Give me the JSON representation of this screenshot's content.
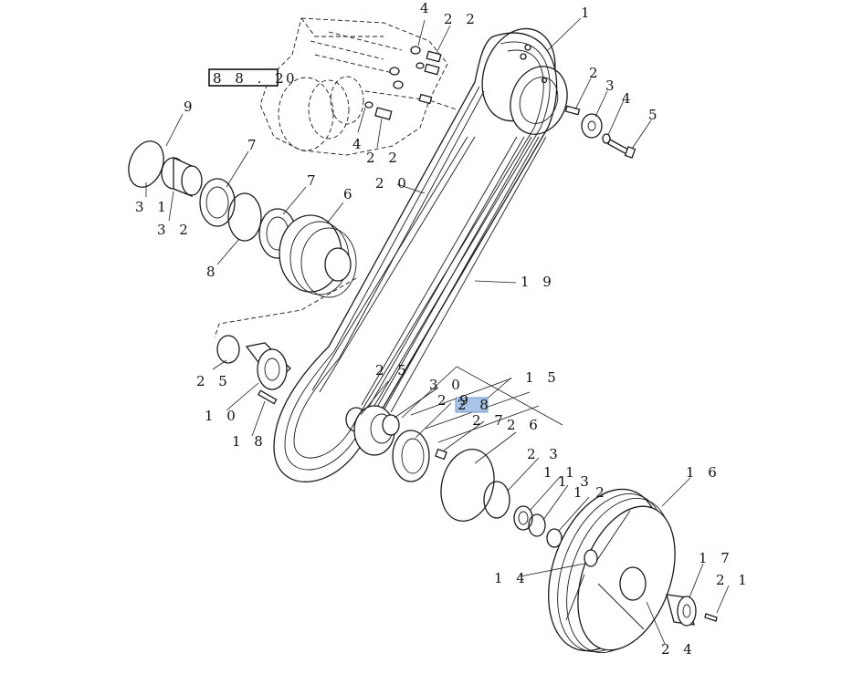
{
  "diagram": {
    "reference_label": "8 8 . 2",
    "reference_suffix": "0",
    "highlight_color": "#aac4e8",
    "callouts": [
      {
        "id": "c1",
        "text": "1"
      },
      {
        "id": "c2",
        "text": "2"
      },
      {
        "id": "c3",
        "text": "3"
      },
      {
        "id": "c4a",
        "text": "4"
      },
      {
        "id": "c4b",
        "text": "4"
      },
      {
        "id": "c4c",
        "text": "4"
      },
      {
        "id": "c5",
        "text": "5"
      },
      {
        "id": "c6",
        "text": "6"
      },
      {
        "id": "c7a",
        "text": "7"
      },
      {
        "id": "c7b",
        "text": "7"
      },
      {
        "id": "c8",
        "text": "8"
      },
      {
        "id": "c9",
        "text": "9"
      },
      {
        "id": "c10",
        "text": "1 0"
      },
      {
        "id": "c11",
        "text": "1 1"
      },
      {
        "id": "c12",
        "text": "1 2"
      },
      {
        "id": "c13",
        "text": "1 3"
      },
      {
        "id": "c14",
        "text": "1 4"
      },
      {
        "id": "c15",
        "text": "1 5"
      },
      {
        "id": "c16",
        "text": "1 6"
      },
      {
        "id": "c17",
        "text": "1 7"
      },
      {
        "id": "c18",
        "text": "1 8"
      },
      {
        "id": "c19",
        "text": "1 9"
      },
      {
        "id": "c20",
        "text": "2 0"
      },
      {
        "id": "c21",
        "text": "2 1"
      },
      {
        "id": "c22a",
        "text": "2 2"
      },
      {
        "id": "c22b",
        "text": "2 2"
      },
      {
        "id": "c23",
        "text": "2 3"
      },
      {
        "id": "c24",
        "text": "2 4"
      },
      {
        "id": "c25a",
        "text": "2 5"
      },
      {
        "id": "c25b",
        "text": "2 5"
      },
      {
        "id": "c26",
        "text": "2 6"
      },
      {
        "id": "c27",
        "text": "2 7"
      },
      {
        "id": "c28",
        "text": "2 8"
      },
      {
        "id": "c29",
        "text": "2 9"
      },
      {
        "id": "c30",
        "text": "3 0"
      },
      {
        "id": "c31",
        "text": "3 1"
      },
      {
        "id": "c32",
        "text": "3 2"
      }
    ]
  }
}
